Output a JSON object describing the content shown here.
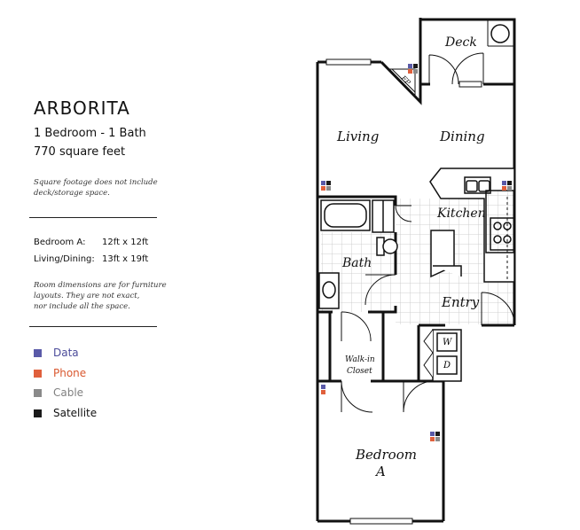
{
  "plan": {
    "name": "ARBORITA",
    "layout": "1 Bedroom - 1 Bath",
    "area": "770 square feet",
    "note1_line1": "Square footage does not include",
    "note1_line2": "deck/storage space.",
    "dims": [
      {
        "label": "Bedroom A:",
        "value": "12ft x 12ft"
      },
      {
        "label": "Living/Dining:",
        "value": "13ft x 19ft"
      }
    ],
    "note2_line1": "Room dimensions are for furniture",
    "note2_line2": "layouts.  They are not exact,",
    "note2_line3": "nor include all the space."
  },
  "legend": [
    {
      "label": "Data",
      "color": "#5a5aa8",
      "text_color": "#4b4b9a"
    },
    {
      "label": "Phone",
      "color": "#e0603c",
      "text_color": "#d9582f"
    },
    {
      "label": "Cable",
      "color": "#8a8a8a",
      "text_color": "#808080"
    },
    {
      "label": "Satellite",
      "color": "#1a1a1a",
      "text_color": "#111111"
    }
  ],
  "rooms": {
    "deck": "Deck",
    "fp": "FP",
    "living": "Living",
    "dining": "Dining",
    "kitchen": "Kitchen",
    "bath": "Bath",
    "entry": "Entry",
    "closet_line1": "Walk-in",
    "closet_line2": "Closet",
    "washer": "W",
    "dryer": "D",
    "bedroom_line1": "Bedroom",
    "bedroom_line2": "A"
  }
}
